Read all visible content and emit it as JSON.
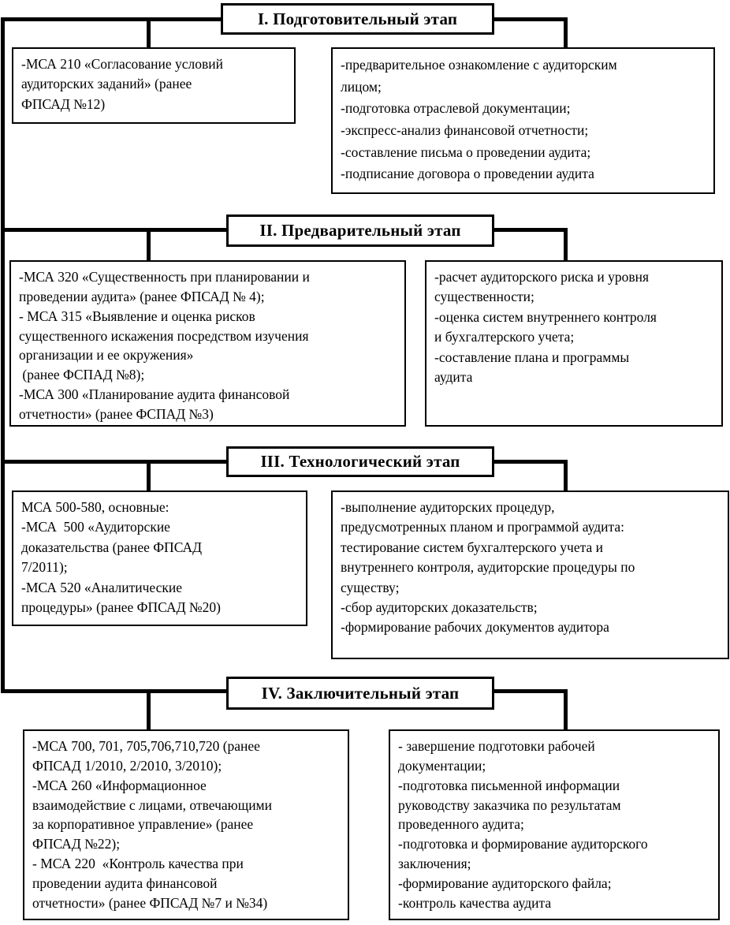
{
  "colors": {
    "line": "#000000",
    "background": "#ffffff",
    "text": "#000000",
    "box_border": "#000000"
  },
  "stages": [
    {
      "numeral": "I",
      "title": "I. Подготовительный этап",
      "left": {
        "text": "-МСА 210 «Согласование условий\nаудиторских заданий» (ранее\nФПСАД №12)"
      },
      "right": {
        "text": "-предварительное ознакомление с аудиторским\nлицом;\n-подготовка отраслевой документации;\n-экспресс-анализ финансовой отчетности;\n-составление письма о проведении аудита;\n-подписание договора о проведении аудита"
      }
    },
    {
      "numeral": "II",
      "title": "II. Предварительный этап",
      "left": {
        "text": "-МСА 320 «Существенность при планировании и\nпроведении аудита» (ранее ФПСАД № 4);\n- МСА 315 «Выявление и оценка рисков\nсущественного искажения посредством изучения\nорганизации и ее окружения»\n (ранее ФСПАД №8);\n-МСА 300 «Планирование аудита финансовой\nотчетности» (ранее ФСПАД №3)"
      },
      "right": {
        "text": "-расчет аудиторского риска и уровня\nсущественности;\n-оценка систем внутреннего контроля\nи бухгалтерского учета;\n-составление плана и программы\nаудита"
      }
    },
    {
      "numeral": "III",
      "title": "III. Технологический этап",
      "left": {
        "text": "МСА 500-580, основные:\n-МСА  500 «Аудиторские\nдоказательства (ранее ФПСАД\n7/2011);\n-МСА 520 «Аналитические\nпроцедуры» (ранее ФПСАД №20)"
      },
      "right": {
        "text": "-выполнение аудиторских процедур,\nпредусмотренных планом и программой аудита:\nтестирование систем бухгалтерского учета и\nвнутреннего контроля, аудиторские процедуры по\nсуществу;\n-сбор аудиторских доказательств;\n-формирование рабочих документов аудитора"
      }
    },
    {
      "numeral": "IV",
      "title": "IV. Заключительный этап",
      "left": {
        "text": "-МСА 700, 701, 705,706,710,720 (ранее\nФПСАД 1/2010, 2/2010, 3/2010);\n-МСА 260 «Информационное\nвзаимодействие с лицами, отвечающими\nза корпоративное управление» (ранее\nФПСАД №22);\n- МСА 220  «Контроль качества при\nпроведении аудита финансовой\nотчетности» (ранее ФПСАД №7 и №34)"
      },
      "right": {
        "text": "- завершение подготовки рабочей\nдокументации;\n-подготовка письменной информации\nруководству заказчика по результатам\nпроведенного аудита;\n-подготовка и формирование аудиторского\nзаключения;\n-формирование аудиторского файла;\n-контроль качества аудита"
      }
    }
  ]
}
